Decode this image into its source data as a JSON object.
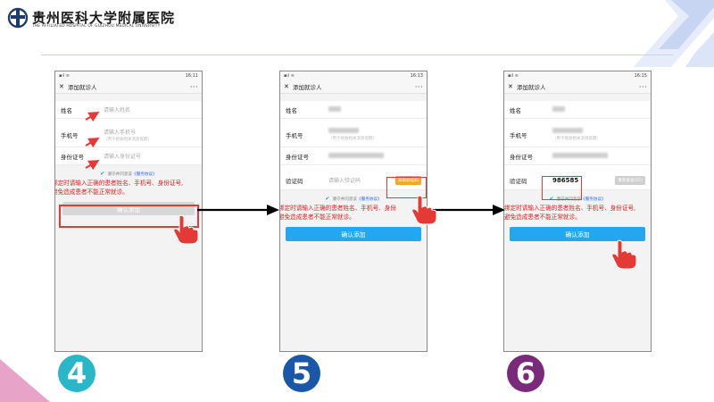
{
  "header": {
    "school_name_cn": "贵州医科大学附属医院",
    "school_name_en": "THE AFFILIATED HOSPITAL OF GUIZHOU MEDICAL UNIVERSITY",
    "logo_icon": "hospital-cross-logo-icon"
  },
  "colors": {
    "accent_blue": "#22a7f0",
    "warning_red": "#e02020",
    "highlight_red": "#e53935",
    "code_button_orange": "#f5a623",
    "step_magenta": "#7b2a7b",
    "step_blue": "#1b57a8",
    "step_cyan": "#29b6c9"
  },
  "phones": [
    {
      "step": "4",
      "status_time": "16:11",
      "title": "添加就诊人",
      "name_label": "姓名",
      "name_placeholder": "请输入姓名",
      "phone_label": "手机号",
      "phone_placeholder": "请输入手机号",
      "phone_hint": "（用于接收相关消息提醒）",
      "id_label": "身份证号",
      "id_placeholder": "请输入身份证号",
      "agree_text": "遵守并同意该",
      "agree_link": "《服务协议》",
      "warning_line1": "绑定时请输入正确的患者姓名、手机号、身份证号,",
      "warning_line2": "避免造成患者不能正常就诊。",
      "submit_label": "确认添加"
    },
    {
      "step": "5",
      "status_time": "16:13",
      "title": "添加就诊人",
      "name_label": "姓名",
      "phone_label": "手机号",
      "phone_hint": "（用于接收相关消息提醒）",
      "id_label": "身份证号",
      "code_label": "验证码",
      "code_placeholder": "请输入验证码",
      "code_button": "获取验证码",
      "agree_text": "遵守并同意该",
      "agree_link": "《服务协议》",
      "warning_line1": "绑定时请输入正确的患者姓名、手机号、身份",
      "warning_line2": "避免造成患者不能正常就诊。",
      "submit_label": "确认添加"
    },
    {
      "step": "6",
      "status_time": "16:15",
      "title": "添加就诊人",
      "name_label": "姓名",
      "phone_label": "手机号",
      "phone_hint": "（用于接收相关消息提醒）",
      "id_label": "身份证号",
      "code_label": "验证码",
      "code_value": "986585",
      "code_button": "重新发送(55)",
      "agree_text": "遵守并同意该",
      "agree_link": "《服务协议》",
      "warning_line1": "绑定时请输入正确的患者姓名、手机号、身份证号,",
      "warning_line2": "避免造成患者不能正常就诊。",
      "submit_label": "确认添加"
    }
  ]
}
